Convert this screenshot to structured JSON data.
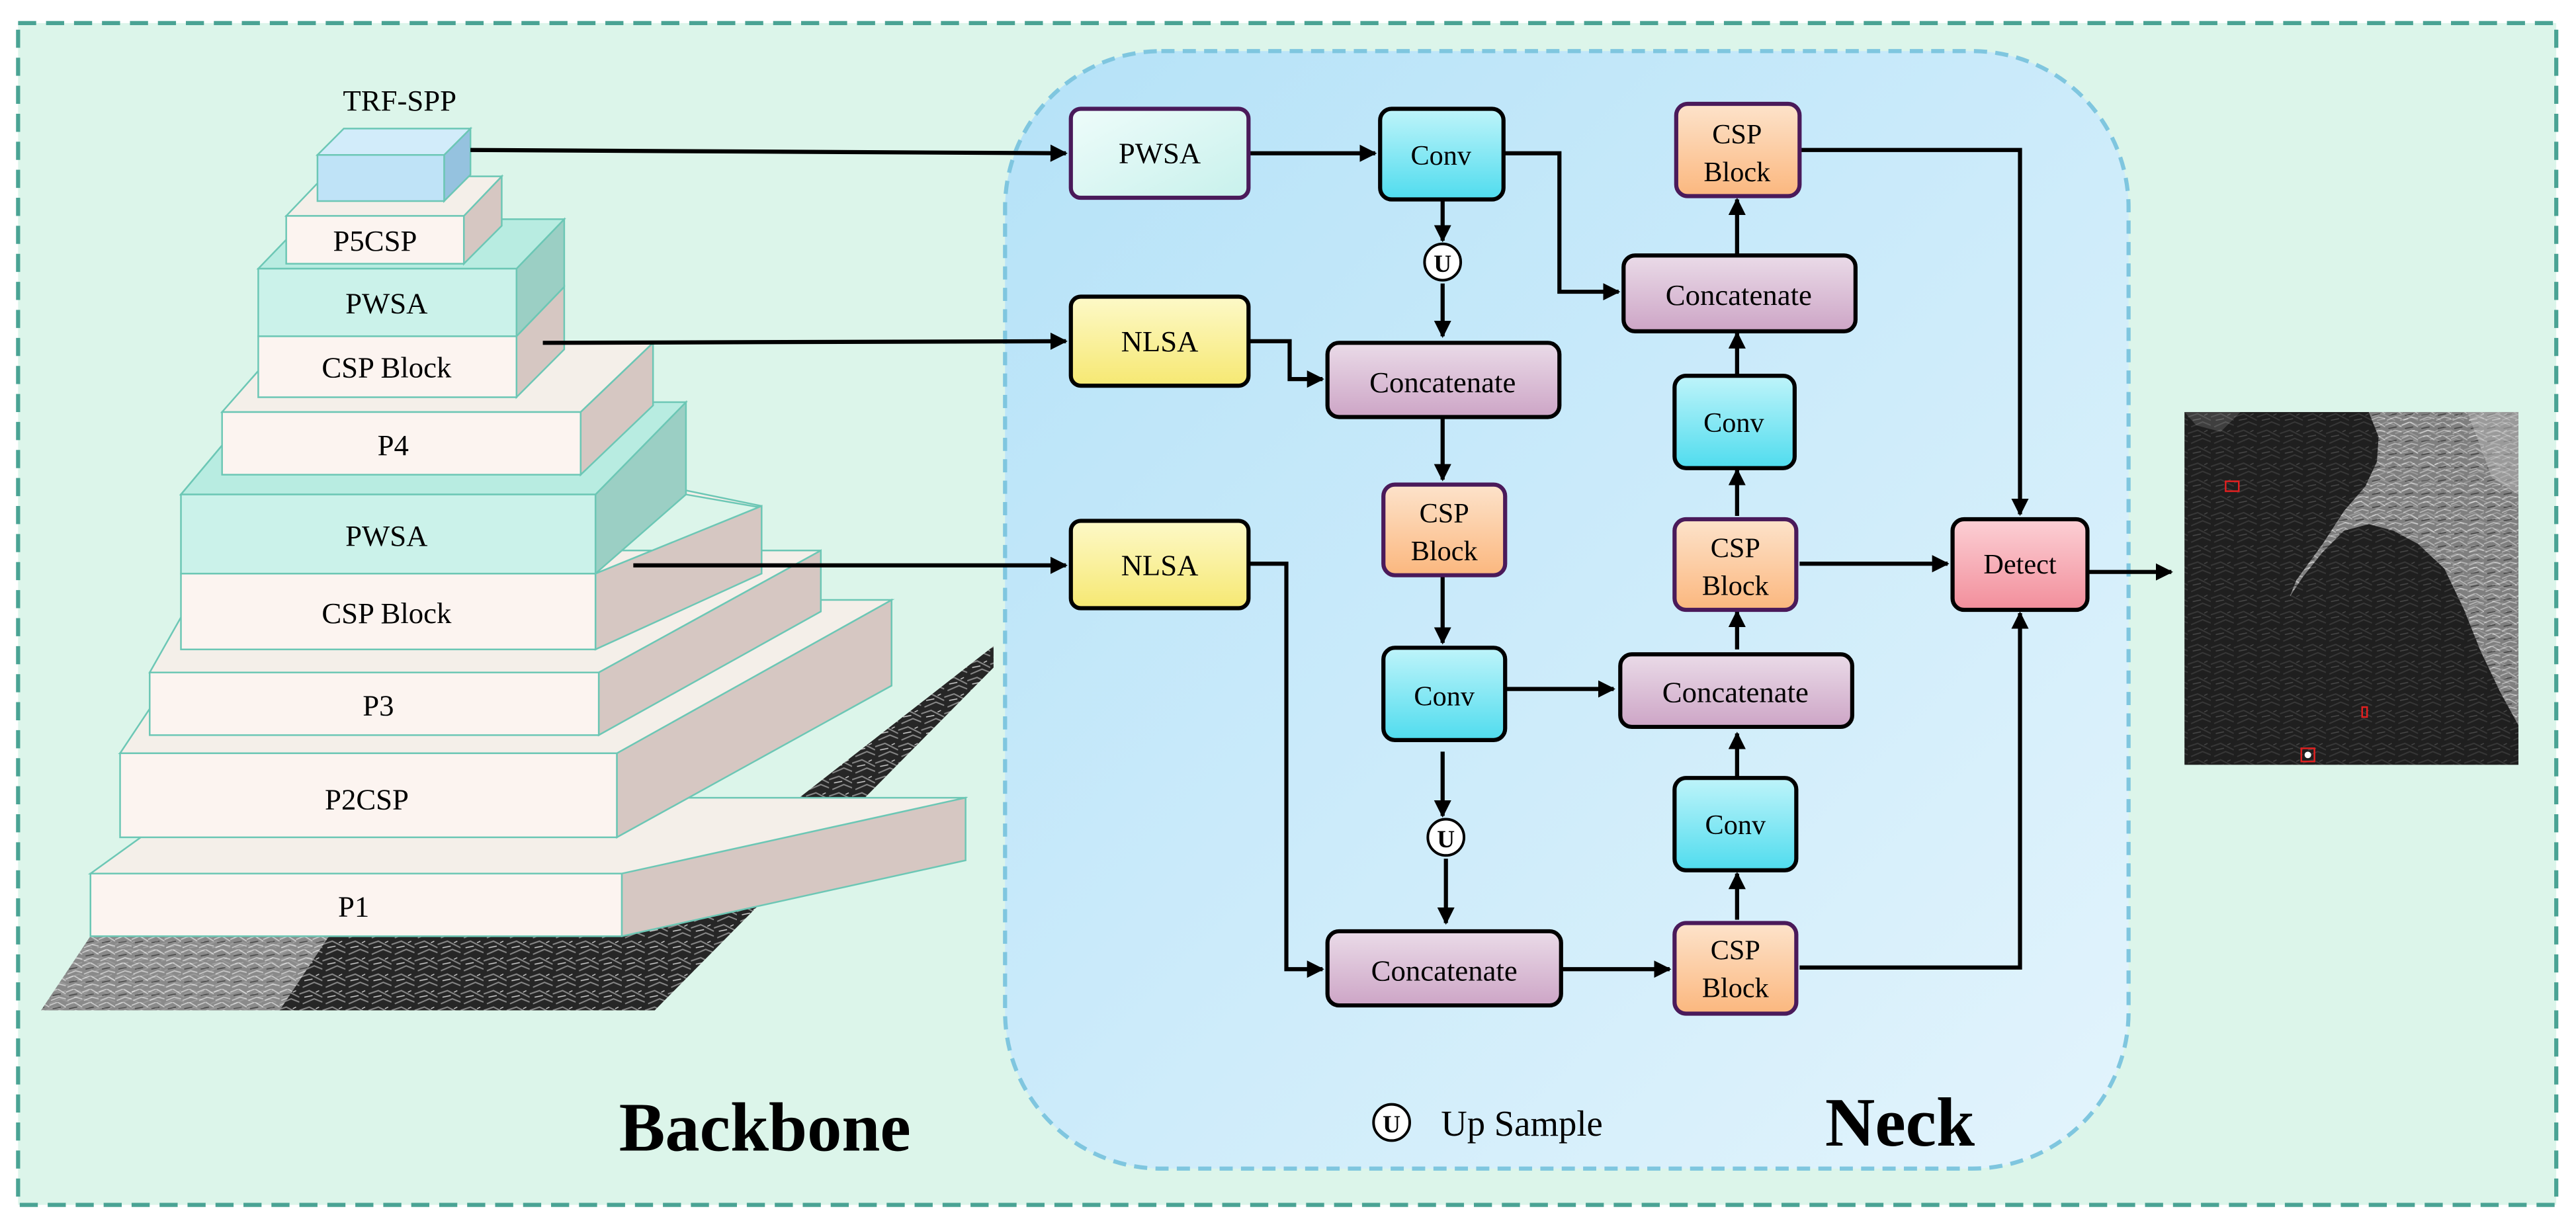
{
  "colors": {
    "outer_bg": "#dcf5ea",
    "outer_border": "#4aa394",
    "neck_bg_start": "#b8e3f8",
    "neck_bg_end": "#e0f3fb",
    "neck_border": "#7fc6df",
    "layer_front": "#fcf4f0",
    "layer_top": "#f4efe9",
    "layer_side": "#d6c7c2",
    "pwsa_front": "#cbf2ea",
    "pwsa_side": "#9bcfc4",
    "trf_front": "#bfe3f7",
    "trf_side": "#95c2df",
    "layer_edge": "#6cc7b5",
    "attn_border": "#4a1a5a",
    "pwsa_box": "#e2faf7",
    "nlsa_box": "#fbf3a5",
    "conv_box": "#5fe2f0",
    "csp_box": "#fcc89a",
    "concat_box": "#d8b9d2",
    "detect_box": "#f6a7b0",
    "arrow": "#000000"
  },
  "backbone": {
    "title": "Backbone",
    "layers": {
      "trf_spp": "TRF-SPP",
      "p5csp": "P5CSP",
      "pwsa_top": "PWSA",
      "csp_block_top": "CSP Block",
      "p4": "P4",
      "pwsa_mid": "PWSA",
      "csp_block_mid": "CSP Block",
      "p3": "P3",
      "p2csp": "P2CSP",
      "p1": "P1"
    }
  },
  "neck": {
    "title": "Neck",
    "blocks": {
      "pwsa": "PWSA",
      "nlsa_top": "NLSA",
      "nlsa_bottom": "NLSA",
      "conv_top": "Conv",
      "conv_mid": "Conv",
      "conv_right_upper": "Conv",
      "conv_right_lower": "Conv",
      "concat_1": "Concatenate",
      "concat_2": "Concatenate",
      "concat_3": "Concatenate",
      "concat_4": "Concatenate",
      "csp_left_line1": "CSP",
      "csp_left_line2": "Block",
      "csp_top_line1": "CSP",
      "csp_top_line2": "Block",
      "csp_mid_line1": "CSP",
      "csp_mid_line2": "Block",
      "csp_bottom_line1": "CSP",
      "csp_bottom_line2": "Block",
      "detect": "Detect"
    },
    "upsample_symbol": "U",
    "legend_label": "Up Sample"
  }
}
